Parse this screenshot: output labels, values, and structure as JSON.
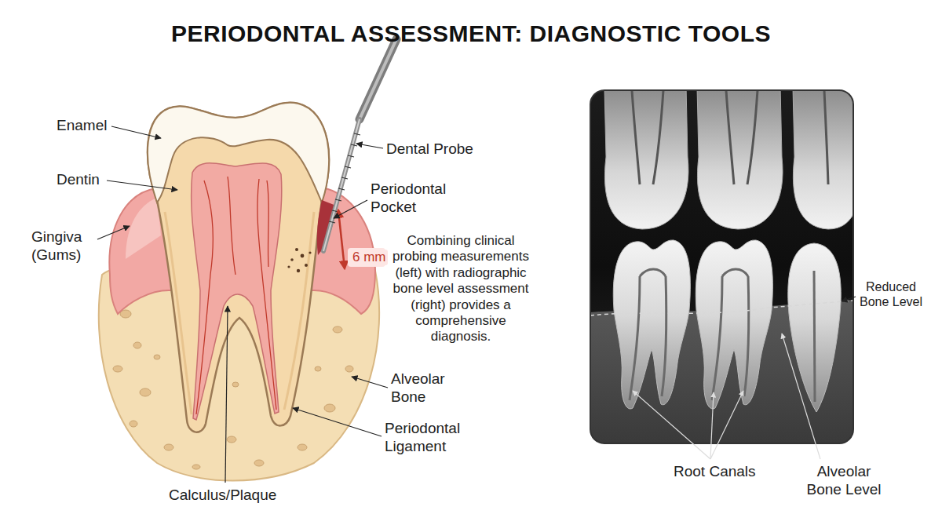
{
  "diagram": {
    "title": "PERIODONTAL ASSESSMENT: DIAGNOSTIC TOOLS",
    "labels": [
      "Enamel",
      "Dentin",
      "Gingiva (Gums)",
      "Dental Probe",
      "Periodontal Pocket",
      "6 mm",
      "Combining clinical probing measurements (left) with radiographic bone level assessment (right) provides a comprehensive diagnosis.",
      "Alveolar Bone",
      "Periodontal Ligament",
      "Calculus/Plaque",
      "Reduced Bone Level",
      "Root Canals",
      "Alveolar Bone Level"
    ]
  }
}
